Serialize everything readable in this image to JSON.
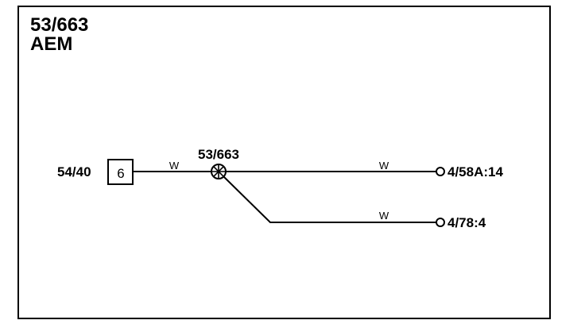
{
  "diagram": {
    "title_line1": "53/663",
    "title_line2": "AEM",
    "left_connector_label": "54/40",
    "left_connector_pin": "6",
    "splice_label": "53/663",
    "wire_color_main": "W",
    "wire_color_upper": "W",
    "wire_color_lower": "W",
    "upper_terminal_label": "4/58A:14",
    "lower_terminal_label": "4/78:4"
  }
}
